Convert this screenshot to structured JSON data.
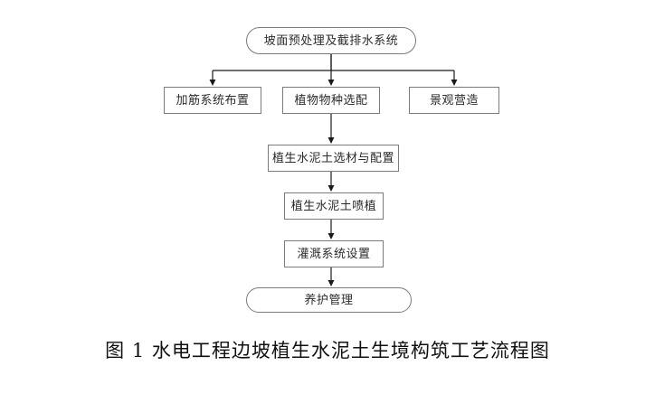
{
  "figure": {
    "caption": "图 1  水电工程边坡植生水泥土生境构筑工艺流程图",
    "caption_number": "图 1",
    "caption_title": "水电工程边坡植生水泥土生境构筑工艺流程图"
  },
  "colors": {
    "background": "#ffffff",
    "node_border": "#7b7b7b",
    "node_fill": "#ffffff",
    "node_text": "#2b2b2b",
    "connector": "#1a1a1a",
    "caption_text": "#111111"
  },
  "diagram": {
    "type": "flowchart",
    "orientation": "top-to-bottom",
    "nodes": [
      {
        "id": "pretreatment",
        "label": "坡面预处理及截排水系统",
        "shape": "terminator",
        "row": 1
      },
      {
        "id": "reinforce",
        "label": "加筋系统布置",
        "shape": "process",
        "row": 2
      },
      {
        "id": "species",
        "label": "植物物种选配",
        "shape": "process",
        "row": 2
      },
      {
        "id": "landscape",
        "label": "景观营造",
        "shape": "process",
        "row": 2
      },
      {
        "id": "material",
        "label": "植生水泥土选材与配置",
        "shape": "process",
        "row": 3
      },
      {
        "id": "spray",
        "label": "植生水泥土喷植",
        "shape": "process",
        "row": 4
      },
      {
        "id": "irrigation",
        "label": "灌溉系统设置",
        "shape": "process",
        "row": 5
      },
      {
        "id": "maintenance",
        "label": "养护管理",
        "shape": "terminator",
        "row": 6
      }
    ],
    "edges": [
      {
        "from": "pretreatment",
        "to": "reinforce",
        "style": "orthogonal-arrow"
      },
      {
        "from": "pretreatment",
        "to": "species",
        "style": "straight-arrow"
      },
      {
        "from": "pretreatment",
        "to": "landscape",
        "style": "orthogonal-arrow"
      },
      {
        "from": "species",
        "to": "material",
        "style": "straight-arrow"
      },
      {
        "from": "material",
        "to": "spray",
        "style": "straight-arrow"
      },
      {
        "from": "spray",
        "to": "irrigation",
        "style": "straight-arrow"
      },
      {
        "from": "irrigation",
        "to": "maintenance",
        "style": "straight-arrow"
      }
    ]
  }
}
